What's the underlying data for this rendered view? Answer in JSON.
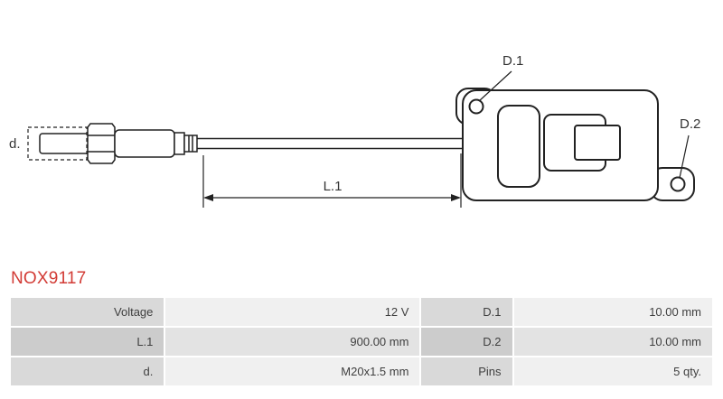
{
  "part_number": "NOX9117",
  "colors": {
    "accent": "#d23b35",
    "line": "#222222",
    "text": "#3f3f3f",
    "table_label_bg": "#d9d9d9",
    "table_value_bg": "#f0f0f0",
    "table_label_bg_alt": "#cccccc",
    "table_value_bg_alt": "#e3e3e3"
  },
  "diagram": {
    "labels": {
      "d": "d.",
      "l1": "L.1",
      "d1": "D.1",
      "d2": "D.2"
    }
  },
  "table": {
    "rows": [
      {
        "label1": "Voltage",
        "value1": "12 V",
        "label2": "D.1",
        "value2": "10.00 mm"
      },
      {
        "label1": "L.1",
        "value1": "900.00 mm",
        "label2": "D.2",
        "value2": "10.00 mm"
      },
      {
        "label1": "d.",
        "value1": "M20x1.5 mm",
        "label2": "Pins",
        "value2": "5 qty."
      }
    ]
  }
}
